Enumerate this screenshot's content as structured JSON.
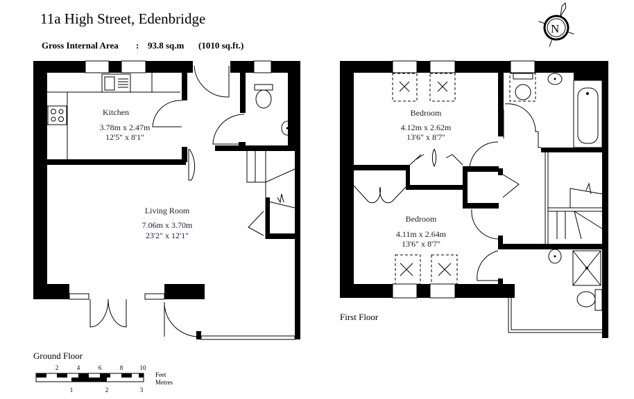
{
  "header": {
    "title": "11a High Street, Edenbridge",
    "area_label": "Gross Internal Area",
    "area_separator": ":",
    "area_metric": "93.8 sq.m",
    "area_imperial": "(1010 sq.ft.)"
  },
  "compass": {
    "label": "N",
    "icon": "compass-rose-icon"
  },
  "ground_floor": {
    "label": "Ground Floor",
    "rooms": [
      {
        "name": "Kitchen",
        "metric": "3.78m  x  2.47m",
        "imperial": "12'5\"  x  8'1\""
      },
      {
        "name": "Living Room",
        "metric": "7.06m  x  3.70m",
        "imperial": "23'2\"  x  12'1\""
      }
    ]
  },
  "first_floor": {
    "label": "First Floor",
    "rooms": [
      {
        "name": "Bedroom",
        "metric": "4.12m  x  2.62m",
        "imperial": "13'6\"  x  8'7\""
      },
      {
        "name": "Bedroom",
        "metric": "4.11m  x  2.64m",
        "imperial": "13'6\"  x  8'7\""
      }
    ]
  },
  "scale_bar": {
    "feet_label": "Feet",
    "metres_label": "Metres",
    "feet_ticks": [
      "2",
      "4",
      "6",
      "8",
      "10"
    ],
    "metre_ticks": [
      "1",
      "2",
      "3"
    ]
  }
}
